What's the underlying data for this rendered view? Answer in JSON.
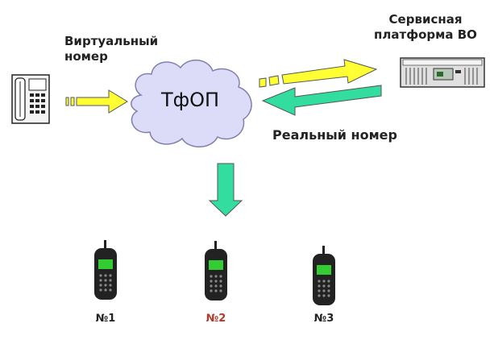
{
  "labels": {
    "virtual_number": "Виртуальный номер",
    "service_platform": "Сервисная платформа ВО",
    "cloud": "ТфОП",
    "real_number": "Реальный номер"
  },
  "phones": [
    {
      "label": "№1",
      "color": "#222222"
    },
    {
      "label": "№2",
      "color": "#b23a2e"
    },
    {
      "label": "№3",
      "color": "#222222"
    }
  ],
  "colors": {
    "arrow_yellow": "#ffff33",
    "arrow_green": "#33dda0",
    "cloud_fill": "#dcdcf8",
    "cloud_stroke": "#8080b0",
    "phone_screen": "#33cc33"
  },
  "icons": [
    "desk-phone-icon",
    "server-icon",
    "mobile-phone-icon"
  ]
}
